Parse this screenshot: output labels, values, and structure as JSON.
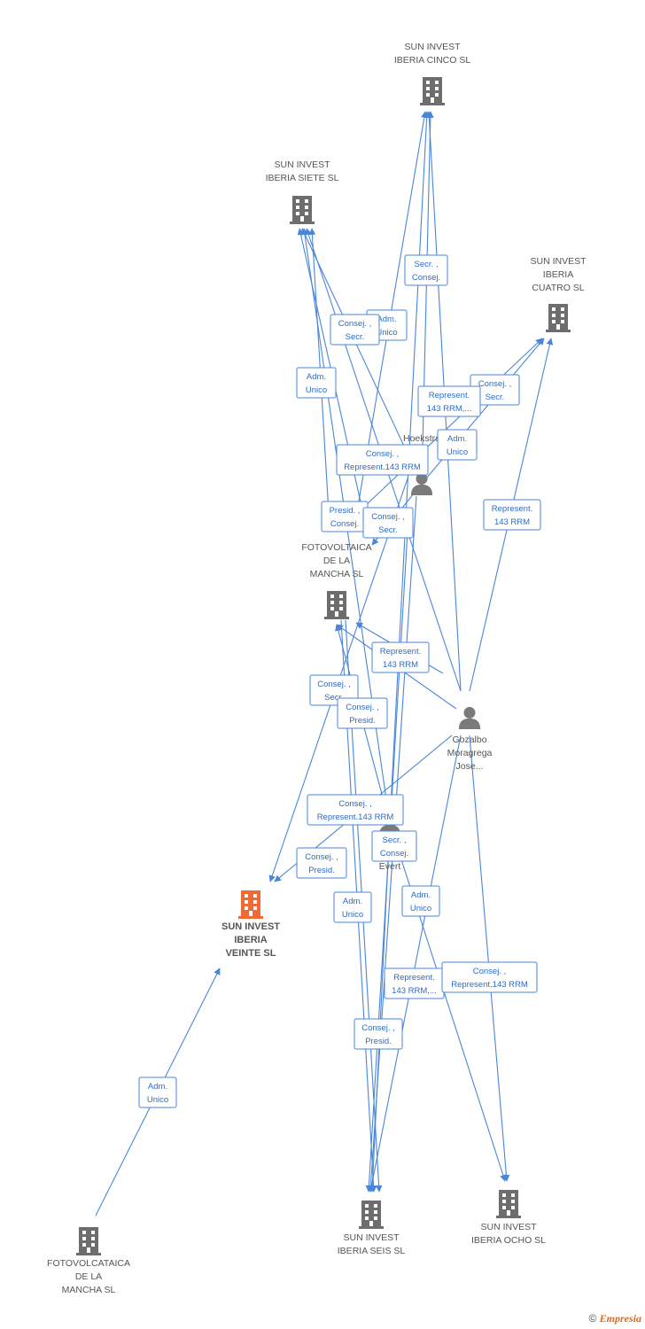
{
  "colors": {
    "edge": "#4a86d8",
    "company": "#6d6d6d",
    "focus_company": "#f06a35",
    "person": "#7a7a7a"
  },
  "nodes": [
    {
      "id": "n_cinco",
      "kind": "company",
      "lines": [
        "SUN INVEST",
        "IBERIA CINCO SL"
      ],
      "icon": "building-icon"
    },
    {
      "id": "n_siete",
      "kind": "company",
      "lines": [
        "SUN INVEST",
        "IBERIA SIETE SL"
      ],
      "icon": "building-icon"
    },
    {
      "id": "n_cuatro",
      "kind": "company",
      "lines": [
        "SUN INVEST",
        "IBERIA",
        "CUATRO SL"
      ],
      "icon": "building-icon"
    },
    {
      "id": "n_hoek",
      "kind": "person",
      "lines": [
        "Hoekstra",
        "..."
      ],
      "icon": "person-icon"
    },
    {
      "id": "n_mancha1",
      "kind": "company",
      "lines": [
        "FOTOVOLTAICA",
        "DE LA",
        "MANCHA SL"
      ],
      "icon": "building-icon"
    },
    {
      "id": "n_gozalbo",
      "kind": "person",
      "lines": [
        "Gozalbo",
        "Moragrega",
        "Jose..."
      ],
      "icon": "person-icon"
    },
    {
      "id": "n_vl",
      "kind": "person",
      "lines": [
        "VL",
        "Evert"
      ],
      "icon": "person-icon"
    },
    {
      "id": "n_veinte",
      "kind": "focus",
      "lines": [
        "SUN INVEST",
        "IBERIA",
        "VEINTE SL"
      ],
      "icon": "building-icon"
    },
    {
      "id": "n_fotovol2",
      "kind": "company",
      "lines": [
        "FOTOVOLCATAICA",
        "DE LA",
        "MANCHA  SL"
      ],
      "icon": "building-icon"
    },
    {
      "id": "n_seis",
      "kind": "company",
      "lines": [
        "SUN INVEST",
        "IBERIA SEIS SL"
      ],
      "icon": "building-icon"
    },
    {
      "id": "n_ocho",
      "kind": "company",
      "lines": [
        "SUN INVEST",
        "IBERIA OCHO SL"
      ],
      "icon": "building-icon"
    }
  ],
  "edge_labels": [
    [
      "Secr. ,",
      "Consej."
    ],
    [
      "Adm.",
      "Unico"
    ],
    [
      "Consej. ,",
      "Secr."
    ],
    [
      "Adm.",
      "Unico"
    ],
    [
      "Consej. ,",
      "Secr."
    ],
    [
      "Represent.",
      "143 RRM,..."
    ],
    [
      "Adm.",
      "Unico"
    ],
    [
      "Consej. ,",
      "Represent.143 RRM"
    ],
    [
      "Presid. ,",
      "Consej."
    ],
    [
      "Consej. ,",
      "Secr."
    ],
    [
      "Represent.",
      "143 RRM"
    ],
    [
      "Represent.",
      "143 RRM"
    ],
    [
      "Consej. ,",
      "Secr."
    ],
    [
      "Consej. ,",
      "Presid."
    ],
    [
      "Consej. ,",
      "Represent.143 RRM"
    ],
    [
      "Secr. ,",
      "Consej."
    ],
    [
      "Consej. ,",
      "Presid."
    ],
    [
      "Adm.",
      "Unico"
    ],
    [
      "Adm.",
      "Unico"
    ],
    [
      "Represent.",
      "143 RRM,..."
    ],
    [
      "Consej. ,",
      "Represent.143 RRM"
    ],
    [
      "Consej. ,",
      "Presid."
    ],
    [
      "Adm.",
      "Unico"
    ]
  ],
  "footer": {
    "copyright": "©",
    "brand": "Empresia"
  }
}
